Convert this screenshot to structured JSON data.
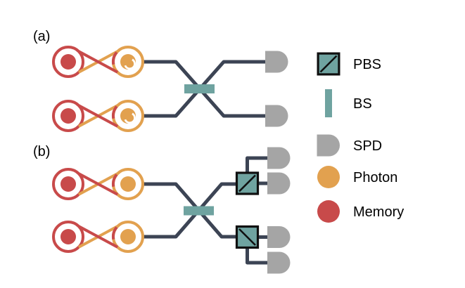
{
  "figure": {
    "panels": [
      {
        "id": "a",
        "label": "(a)"
      },
      {
        "id": "b",
        "label": "(b)"
      }
    ],
    "legend": {
      "items": [
        {
          "id": "pbs",
          "icon": "pbs-icon",
          "label": "PBS"
        },
        {
          "id": "bs",
          "icon": "bs-icon",
          "label": "BS"
        },
        {
          "id": "spd",
          "icon": "spd-icon",
          "label": "SPD"
        },
        {
          "id": "photon",
          "icon": "photon-icon",
          "label": "Photon"
        },
        {
          "id": "memory",
          "icon": "memory-icon",
          "label": "Memory"
        }
      ]
    }
  },
  "icons": {
    "pbs-icon": "teal square with black border and diagonal line",
    "bs-icon": "teal rectangular bar",
    "spd-icon": "gray half-capsule detector (flat left, round right)",
    "photon-icon": "orange filled circle",
    "memory-icon": "red filled circle",
    "pair-icon": "red-orange infinity loop holding memory and photon dots"
  },
  "colors": {
    "background": "#FFFFFF",
    "wire": "#3C4454",
    "splitter": "#6FA3A0",
    "detector": "#A5A5A5",
    "photon": "#E2A14F",
    "memory": "#C84A4A",
    "pbs_border": "#101010",
    "text": "#000000"
  }
}
